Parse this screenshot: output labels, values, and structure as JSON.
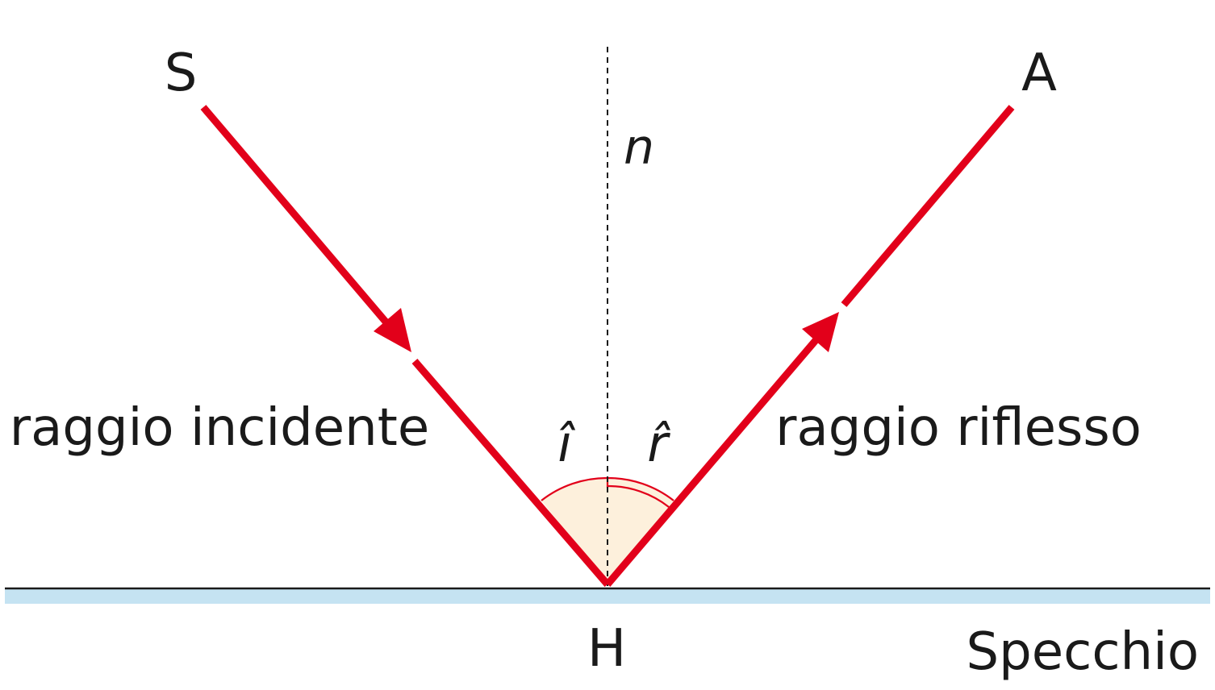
{
  "labels": {
    "source_point": "S",
    "arrival_point": "A",
    "incidence_point": "H",
    "normal": "n",
    "incident_ray": "raggio incidente",
    "reflected_ray": "raggio riflesso",
    "incidence_angle": "î",
    "reflection_angle": "r̂",
    "mirror": "Specchio"
  },
  "colors": {
    "ray": "#e2001a",
    "angle_fill": "#fdf0dc",
    "mirror_surface": "#c5e3f2",
    "mirror_line": "#1a1a1a",
    "normal_line": "#1a1a1a"
  }
}
